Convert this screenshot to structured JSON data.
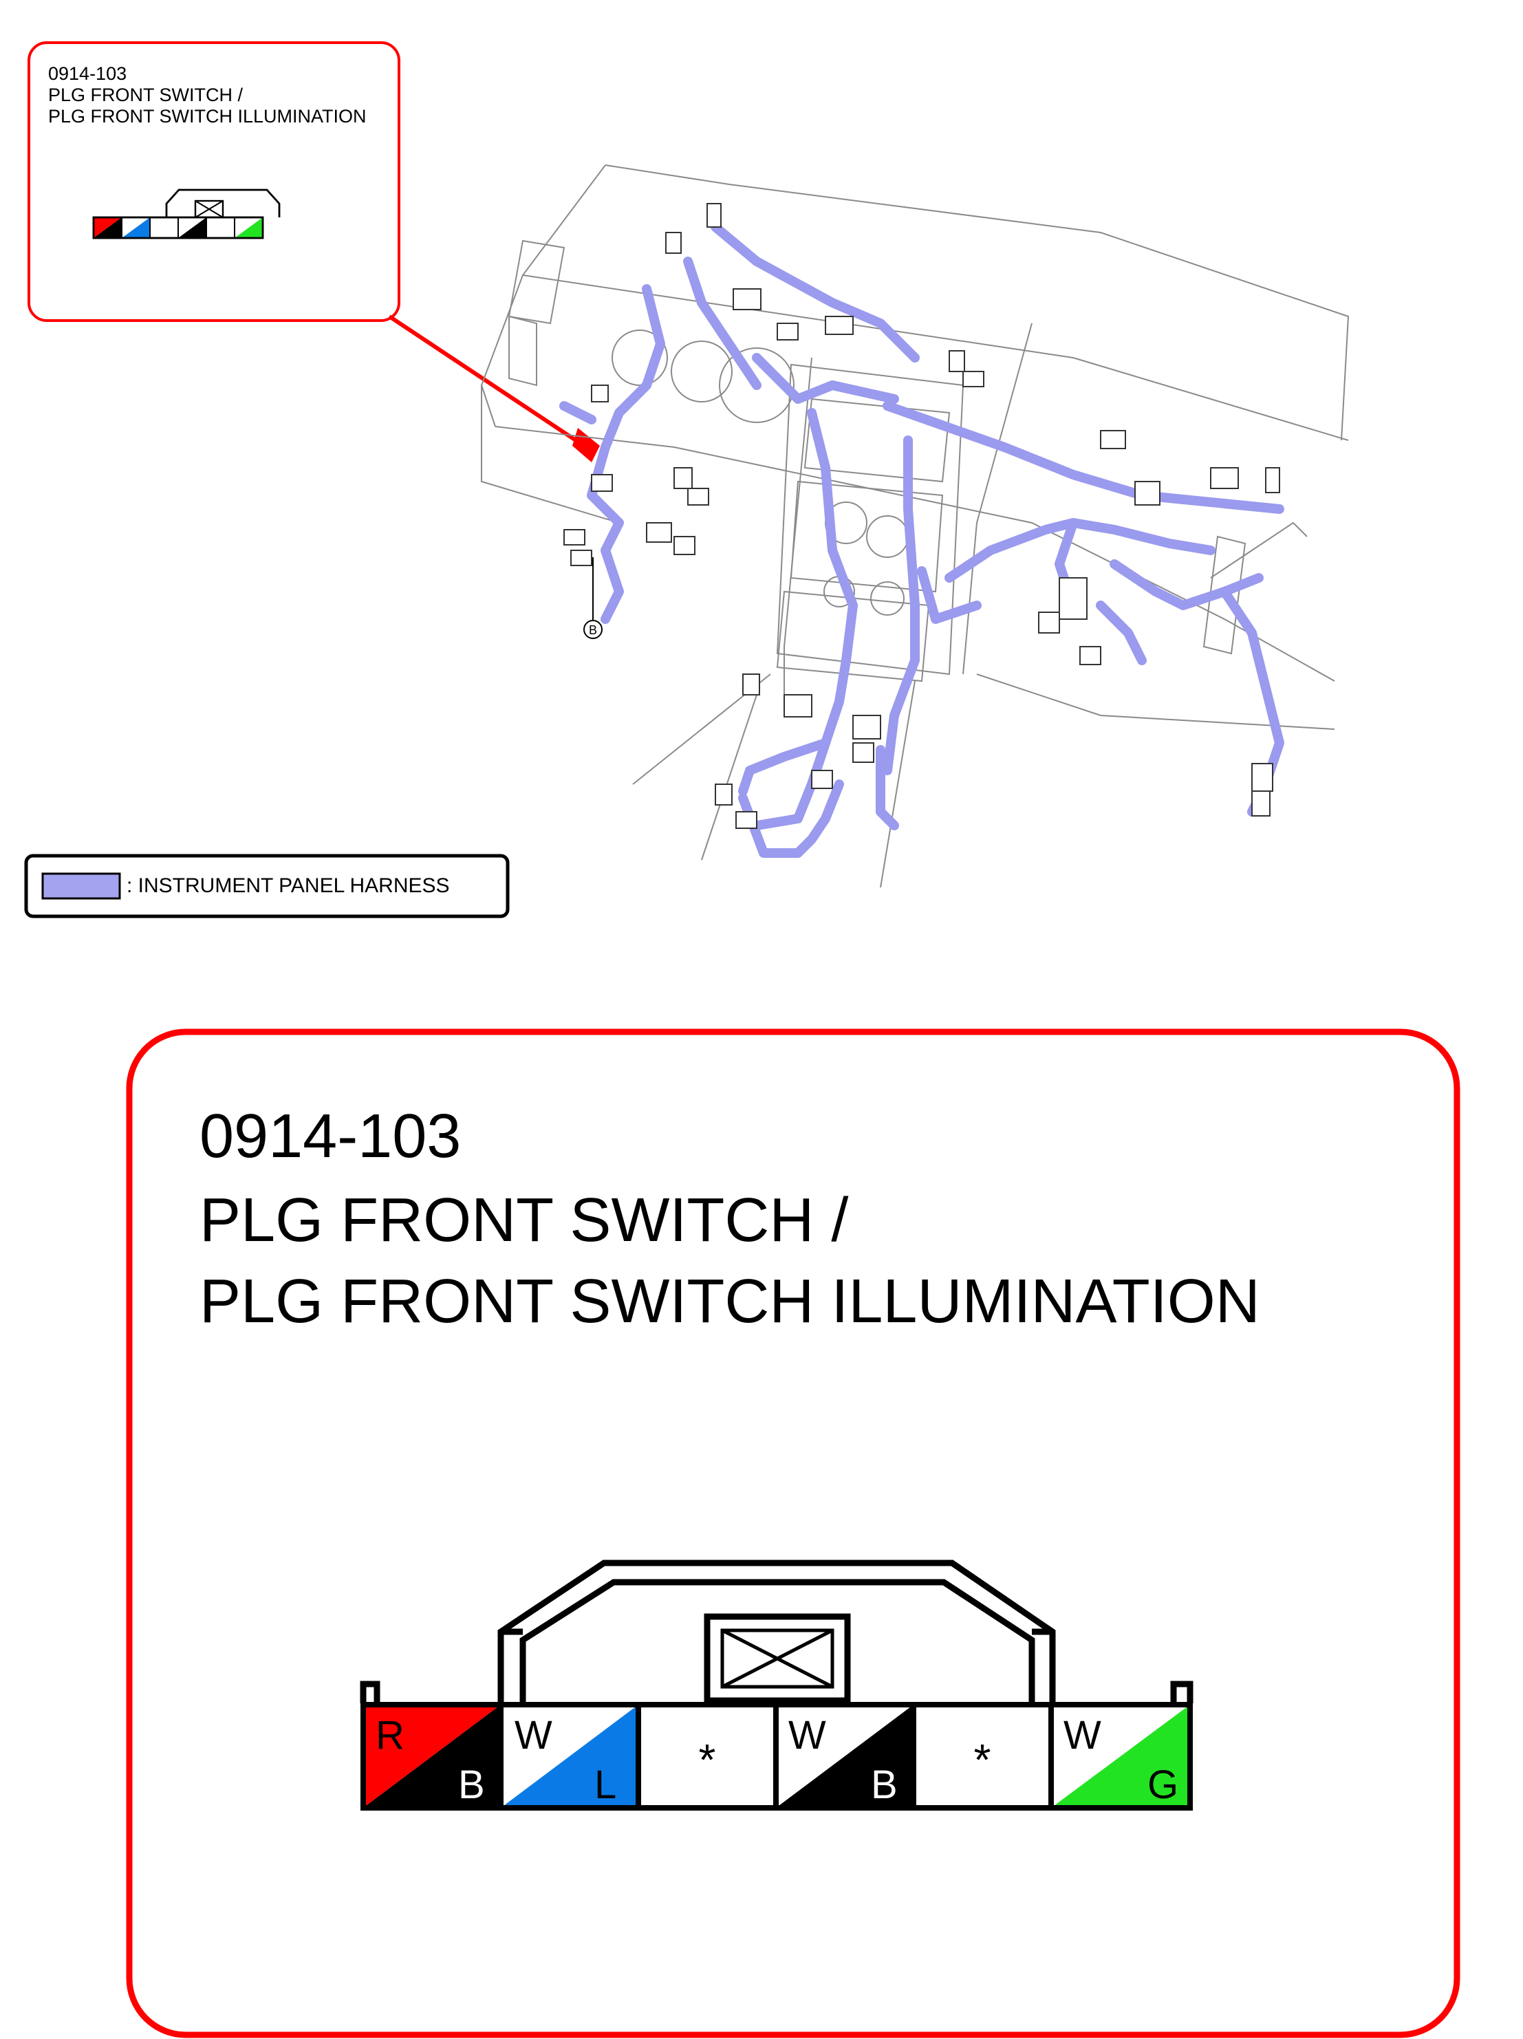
{
  "connector": {
    "code": "0914-103",
    "name_line1": "PLG FRONT SWITCH /",
    "name_line2": "PLG FRONT SWITCH ILLUMINATION"
  },
  "legend": {
    "label": ": INSTRUMENT PANEL HARNESS",
    "swatch_color": "#a3a3f0"
  },
  "locator": {
    "label": "B"
  },
  "pins": [
    {
      "top": "R",
      "bottom": "B",
      "top_color": "#ff0000",
      "bottom_color": "#000000"
    },
    {
      "top": "W",
      "bottom": "L",
      "top_color": "#ffffff",
      "bottom_color": "#0a7be6"
    },
    {
      "center": "*"
    },
    {
      "top": "W",
      "bottom": "B",
      "top_color": "#ffffff",
      "bottom_color": "#000000"
    },
    {
      "center": "*"
    },
    {
      "top": "W",
      "bottom": "G",
      "top_color": "#ffffff",
      "bottom_color": "#22e322"
    }
  ],
  "colors": {
    "accent_red": "#ff0000",
    "harness": "#9a9aee"
  }
}
